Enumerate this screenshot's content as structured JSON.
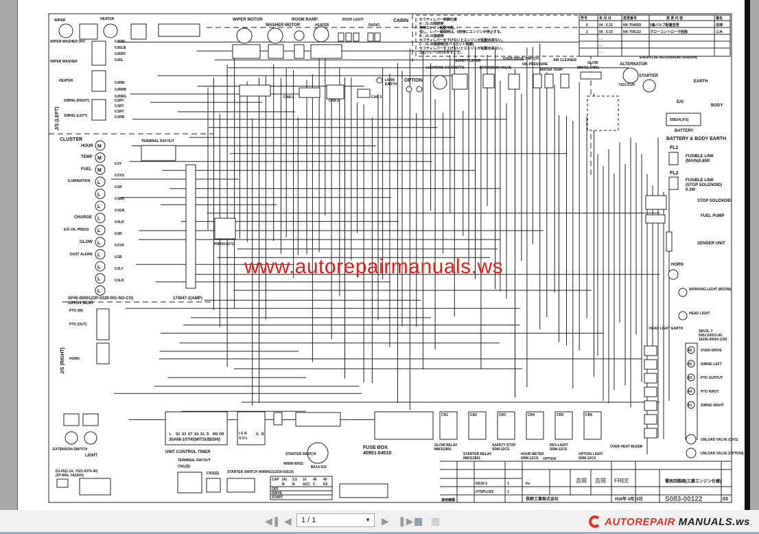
{
  "viewer": {
    "page_indicator": "1 / 1",
    "first_page": "first-page",
    "prev_page": "previous-page",
    "next_page": "next-page",
    "last_page": "last-page"
  },
  "watermark": "www.autorepairmanuals.ws",
  "logo": {
    "line1": "AUTOREPAIR",
    "line2": "MANUALS.ws"
  },
  "left_panel": {
    "wiper": "WIPER",
    "heater_sw": "HEATER",
    "wiper_washer_off": "WIPER·WASHER OFF",
    "wiper_washer": "WIPER WASHER",
    "heater": "HEATER",
    "swing_right": "SWING (RIGHT)",
    "swing_left": "SWING (LEFT)",
    "js_left": "J/S (LEFT)",
    "cluster": "CLUSTER",
    "hour": "HOUR",
    "temp": "TEMP",
    "fuel": "FUEL",
    "ilumination": "ILUMINATION",
    "charge": "CHARGE",
    "eg_oil": "E/G OIL PRESS",
    "glow": "GLOW",
    "dust": "DUST ALERM",
    "terminal_rayout": "TERMINAL RAYOUT",
    "sp45": "SP45-00001(OP-0329-001-NO-CO)",
    "nihon": "NIHON SEIKI",
    "amp": "174047-2(AMP)",
    "pm": "PM054-0271",
    "js_right": "J/S (RIGHT)",
    "pto_in": "PTO (IN)",
    "pto_out": "PTO (OUT)",
    "horn": "HORN",
    "ext_switch": "EXTENSION SWITCH",
    "light": "LIGHT",
    "d1": "D1-05(1.1A, 7321-9370-40)",
    "d1b": "(2P MAL YAZAKI)"
  },
  "wire_codes": [
    "0.85BL",
    "0.85LB",
    "0.85RY",
    "0.85L",
    "0.85Br",
    "0.85RB",
    "0.85RG",
    "0.5RY",
    "0.5RY",
    "0.5RY",
    "0.5RB",
    "0.5Y",
    "0.5YG",
    "0.5R",
    "0.5BR",
    "0.5GR",
    "0.5LR",
    "0.5R",
    "0.5YR",
    "0.5B",
    "0.5LY",
    "0.5LR"
  ],
  "bottom": {
    "uct": "UNIT CONTROL TIMER",
    "mitsubishi": "30A68-10700(MITSUBISHI)",
    "terminal_rayout": "TERMINAL RAYOUT",
    "cn1": "CN1(白)",
    "cn2": "CN2(白)",
    "ss_wiring": "STARTER SWITCH WIRING(11620-01610)",
    "starter_switch": "STARTER SWITCH",
    "ss_part": "40908-00011",
    "bk": "BK14-533",
    "fuse_box": "FUSE BOX",
    "fuse_part": "40901-04010",
    "ss_table": {
      "header": [
        "CAP",
        "(A)",
        "2.5",
        "10",
        "40",
        "40"
      ],
      "row0": [
        "",
        "B",
        "R",
        "ACC",
        "C",
        "R2"
      ],
      "rows": [
        "OFF",
        "DRIVE",
        "START"
      ]
    },
    "cn_pins": [
      "L",
      "S2",
      "S3",
      "ST",
      "S4",
      "S1",
      "R",
      "MS",
      "OR"
    ],
    "cn2_pins": [
      "I G N",
      "S O L",
      "G",
      "B"
    ]
  },
  "top": {
    "wiper_motor": "WIPER MOTOR",
    "washer_motor": "WASHER MOTOR",
    "room_ramp": "ROOM RAMP",
    "heater": "HEATER",
    "roof_light": "ROOF LIGHT",
    "radio": "RADIO",
    "cabin": "CABIN",
    "earth": "EARTH",
    "l4206": "L4206",
    "cab1": "CAB-1",
    "cab2": "CAB-2",
    "cab3": "CAB-3",
    "note": [
      "セフティレバー制御仕様",
      "A : J1-J2接続時",
      "  常時エンジン起動可能。",
      "  但し、レバー解除時は、6秒後にエンジンが停止する。",
      "B : J1-J3接続時",
      "  セフティレバーを下げないとエンジンが起動出来ない。",
      "C : J1-J4接続時(全パイロット制御)",
      "  セフティレバーを上げないとエンジンが起動出来ない。",
      "注1)リレーCR3を外すこと。"
    ],
    "option": "OPTION",
    "lighters": "LIGHTERS CIGARETTE",
    "safety_lever": "SAFETY LEVER",
    "ext_valve": "EXTENSION VALVE",
    "over_drive": "OVER DRIVE SWITCH",
    "oil_pressure": "OIL PRESSURE",
    "water_temp": "WATER TEMP",
    "air_cleaner": "AIR CLEANER",
    "glow": "GLOW",
    "glow_part": "MM432-14801",
    "alternator": "ALTERNATOR",
    "starter": "STARTER",
    "alt_part": "7322-2120",
    "engine": "ENGIN:L3E-W231NSA(MITSUBISHI)",
    "earth2": "EARTH",
    "eg": "E/G",
    "body": "BODY",
    "battery": "BATTERY",
    "battery_part": "55B24L(FS)",
    "battery_body_earth": "BATTERY & BODY EARTH"
  },
  "right_panel": {
    "fl1": "FL1",
    "fl1_desc": "FUSIBLE LINK",
    "fl1_desc2": "(MAIN)0.85R",
    "fl2": "FL2",
    "fl2_desc": "FUSIBLE LINK",
    "fl2_desc2": "(STOP SOLENOID)",
    "fl2_desc3": "0.3W",
    "stop_solenoid": "STOP SOLENOID",
    "fuel_pump": "FUEL PUMP",
    "sender_unit": "SENDER UNIT",
    "horn": "HORN",
    "working_light": "WORKING LIGHT (BOOM)",
    "head_light": "HEAD LIGHT",
    "head_light_earth": "HEAD LIGHT EARTH",
    "valve_block": "SBV3L-7",
    "valve_part": "5052-00021-00",
    "valve_part2": "16256-00000 (CR)",
    "valves": [
      "OVER DRIVE",
      "SWING LEFT",
      "PTO OUTPUT",
      "PTO INPUT",
      "SWING RIGHT",
      "UNLOAD VALVE (C/V1)",
      "UNLOAD VALVE (OPTION)"
    ],
    "valve_ids": [
      "A5",
      "A2",
      "A3",
      "A4",
      "A1"
    ]
  },
  "relays": {
    "cr": [
      "CR1",
      "CR2",
      "CR3",
      "CR4",
      "CR5",
      "CR6"
    ],
    "names": [
      "GLOW RELAY",
      "STARTER RELAY",
      "SAFETY STOP",
      "HOUR METER",
      "REV-LIGHT",
      "OPTION LIGHT"
    ],
    "parts": [
      "MM312801",
      "MM312801",
      "SRM-12CS",
      "SRM-12CS",
      "SRM-12CS",
      "SRM-12CS"
    ],
    "option": "OPTION",
    "over_heat": "OVER HEAT BUZER"
  },
  "title_block": {
    "revisions": [
      {
        "mark": "6",
        "date": "04 - 5 21",
        "number": "NK-T04059",
        "content": "5番バルブ配置変更",
        "sign": "深澤"
      },
      {
        "mark": "2",
        "date": "06 - 5 23",
        "number": "NK-T06122",
        "content": "グローコントローラ削除",
        "sign": "三木"
      },
      {
        "mark": "",
        "date": "- -",
        "number": "",
        "content": "",
        "sign": ""
      },
      {
        "mark": "",
        "date": "- -",
        "number": "",
        "content": "",
        "sign": ""
      },
      {
        "mark": "",
        "date": "- -",
        "number": "",
        "content": "",
        "sign": ""
      }
    ],
    "rev_headers": [
      "符号",
      "年 月 日",
      "変更番号",
      "変 更 内 容",
      "署名"
    ],
    "checkers": [
      "吉岡",
      "吉岡",
      "FREE"
    ],
    "drawing_title": "電気回路図(三菱エンジン仕様)",
    "drawing_no": "S083-00122",
    "revision": "03",
    "company": "長野工業株式会社",
    "date": "H16年 4月15日",
    "models": [
      {
        "name": "NS16-3",
        "qty": "1"
      },
      {
        "name": "HTSPLUS2",
        "qty": "1"
      }
    ],
    "ke": "Ke",
    "applied_model": "適用機種"
  }
}
